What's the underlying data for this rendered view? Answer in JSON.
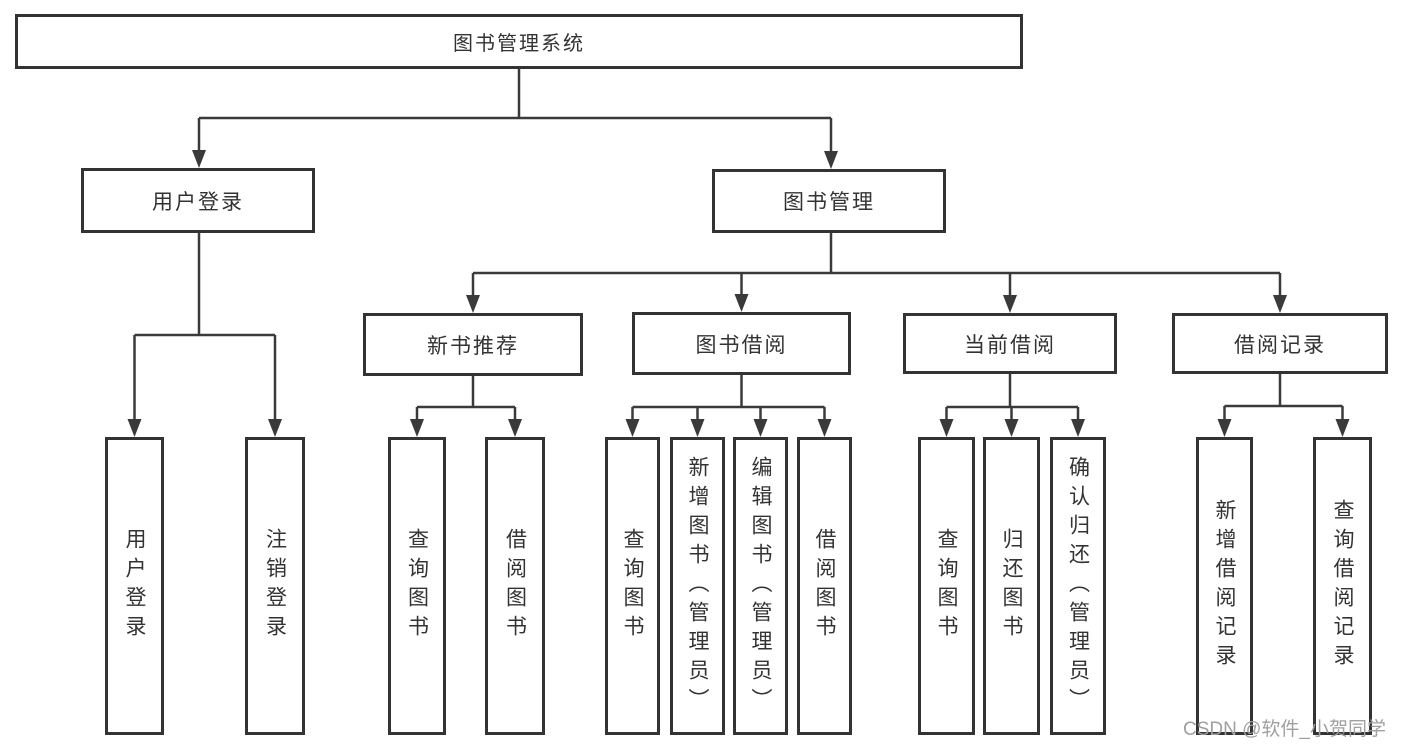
{
  "diagram": {
    "root": {
      "label": "图书管理系统",
      "children": [
        {
          "label": "用户登录",
          "children": [
            {
              "label": "用户登录"
            },
            {
              "label": "注销登录"
            }
          ]
        },
        {
          "label": "图书管理",
          "children": [
            {
              "label": "新书推荐",
              "children": [
                {
                  "label": "查询图书"
                },
                {
                  "label": "借阅图书"
                }
              ]
            },
            {
              "label": "图书借阅",
              "children": [
                {
                  "label": "查询图书"
                },
                {
                  "label": "新增图书（管理员）"
                },
                {
                  "label": "编辑图书（管理员）"
                },
                {
                  "label": "借阅图书"
                }
              ]
            },
            {
              "label": "当前借阅",
              "children": [
                {
                  "label": "查询图书"
                },
                {
                  "label": "归还图书"
                },
                {
                  "label": "确认归还（管理员）"
                }
              ]
            },
            {
              "label": "借阅记录",
              "children": [
                {
                  "label": "新增借阅记录"
                },
                {
                  "label": "查询借阅记录"
                }
              ]
            }
          ]
        }
      ]
    },
    "watermark": "CSDN @软件_小贺同学",
    "colors": {
      "line": "#3a3a3a",
      "border": "#333333",
      "text": "#333333",
      "watermark": "#a0a0a0",
      "background": "#ffffff"
    }
  }
}
